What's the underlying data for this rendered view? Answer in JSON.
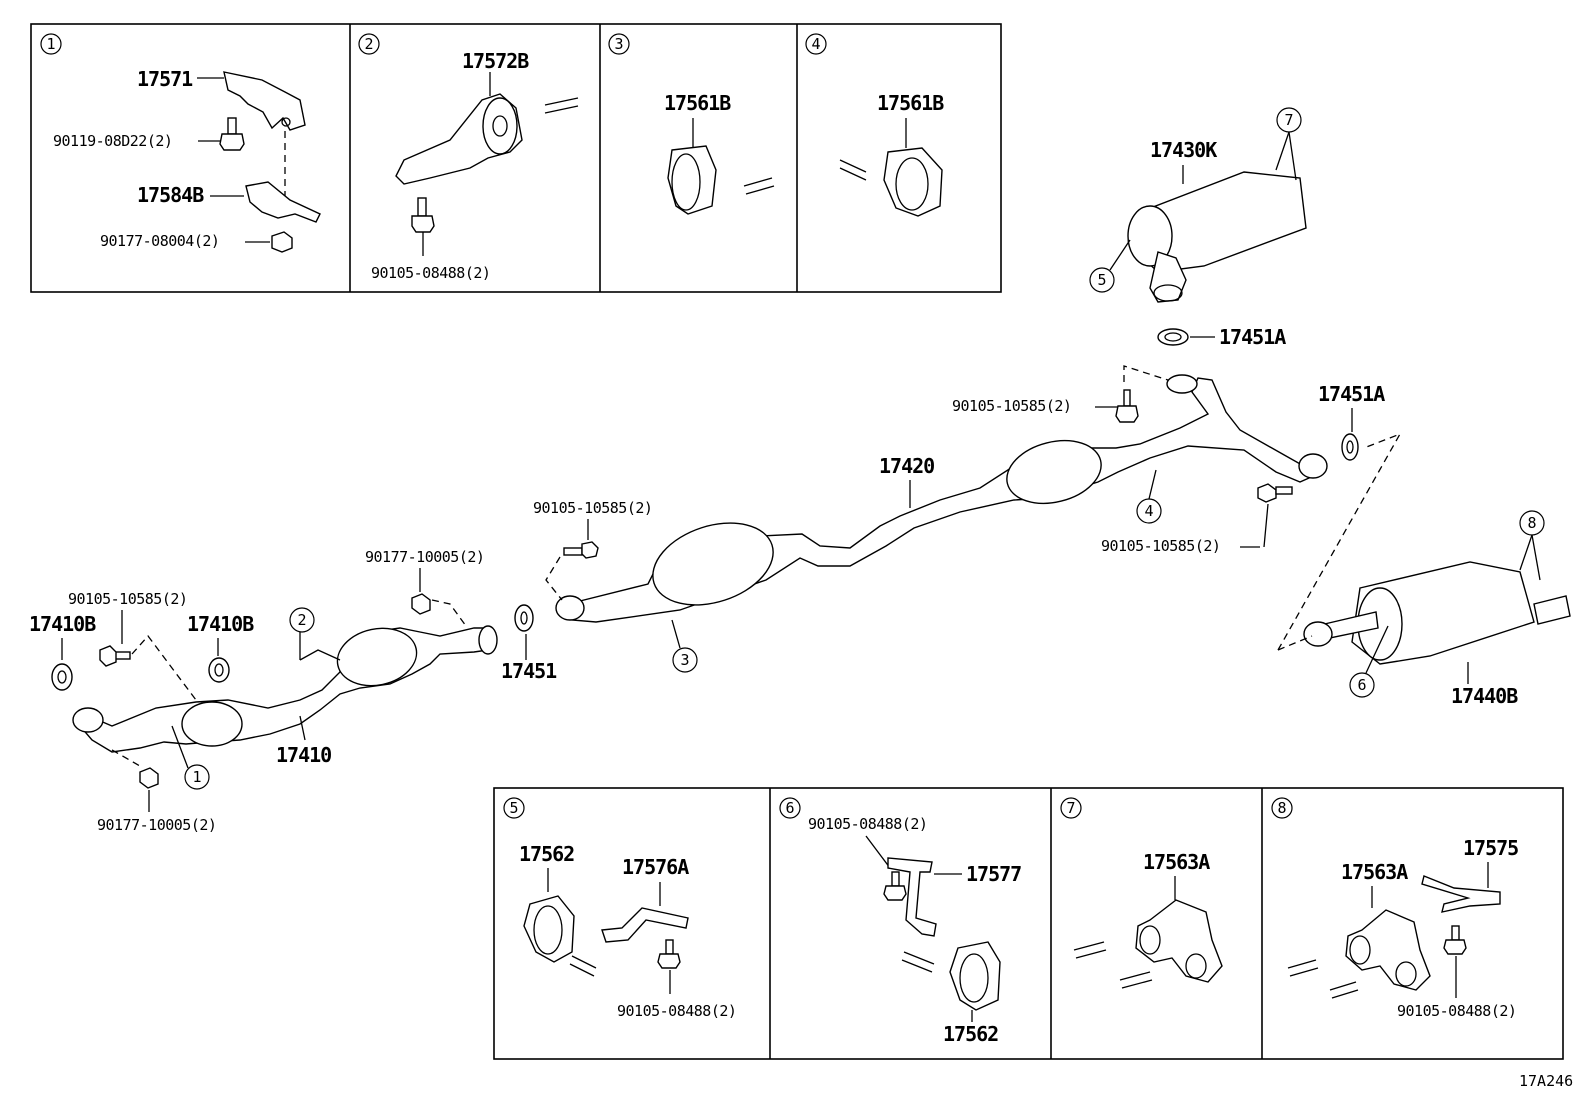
{
  "diagram_code": "17A246",
  "top_panels": [
    {
      "num": "1",
      "labels": [
        "17571",
        "90119-08D22(2)",
        "17584B",
        "90177-08004(2)"
      ]
    },
    {
      "num": "2",
      "labels": [
        "17572B",
        "90105-08488(2)"
      ]
    },
    {
      "num": "3",
      "labels": [
        "17561B"
      ]
    },
    {
      "num": "4",
      "labels": [
        "17561B"
      ]
    }
  ],
  "bottom_panels": [
    {
      "num": "5",
      "labels": [
        "17562",
        "17576A",
        "90105-08488(2)"
      ]
    },
    {
      "num": "6",
      "labels": [
        "90105-08488(2)",
        "17577",
        "17562"
      ]
    },
    {
      "num": "7",
      "labels": [
        "17563A"
      ]
    },
    {
      "num": "8",
      "labels": [
        "17563A",
        "17575",
        "90105-08488(2)"
      ]
    }
  ],
  "main": {
    "p17430K": "17430K",
    "p17451A_top": "17451A",
    "p90105_a": "90105-10585(2)",
    "p17451A_right": "17451A",
    "p17420": "17420",
    "p90105_b": "90105-10585(2)",
    "p90105_c": "90105-10585(2)",
    "p90177_a": "90177-10005(2)",
    "p90105_d": "90105-10585(2)",
    "p17410B_a": "17410B",
    "p17410B_b": "17410B",
    "p17451": "17451",
    "p17410": "17410",
    "p90177_b": "90177-10005(2)",
    "p17440B": "17440B",
    "c7": "7",
    "c5": "5",
    "c4": "4",
    "c3": "3",
    "c2": "2",
    "c1": "1",
    "c8": "8",
    "c6": "6"
  }
}
